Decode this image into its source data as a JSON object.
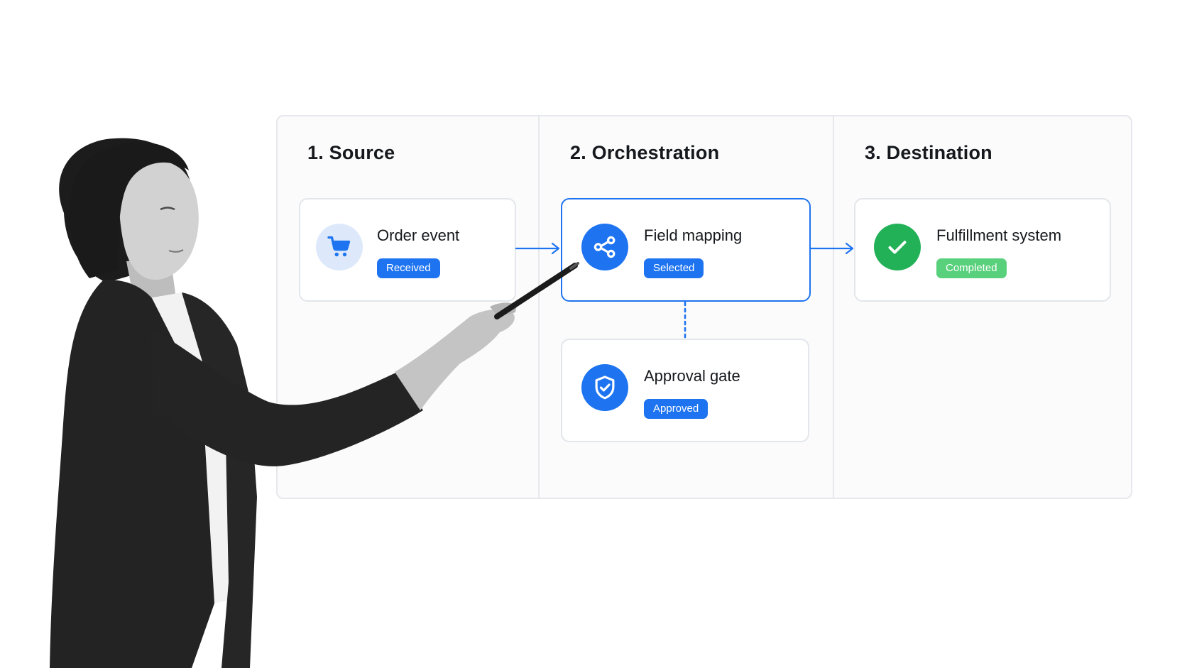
{
  "columns": [
    {
      "title": "1. Source"
    },
    {
      "title": "2. Orchestration"
    },
    {
      "title": "3. Destination"
    }
  ],
  "cards": {
    "order_event": {
      "title": "Order event",
      "status": "Received",
      "icon": "shopping-cart-icon"
    },
    "field_mapping": {
      "title": "Field mapping",
      "status": "Selected",
      "icon": "share-nodes-icon"
    },
    "approval_gate": {
      "title": "Approval gate",
      "status": "Approved",
      "icon": "shield-check-icon"
    },
    "fulfillment_system": {
      "title": "Fulfillment system",
      "status": "Completed",
      "icon": "checkmark-icon"
    }
  },
  "colors": {
    "accent_blue": "#1e74f0",
    "success_green": "#22b157",
    "success_badge": "#59d07c",
    "light_blue": "#dde9fb"
  }
}
